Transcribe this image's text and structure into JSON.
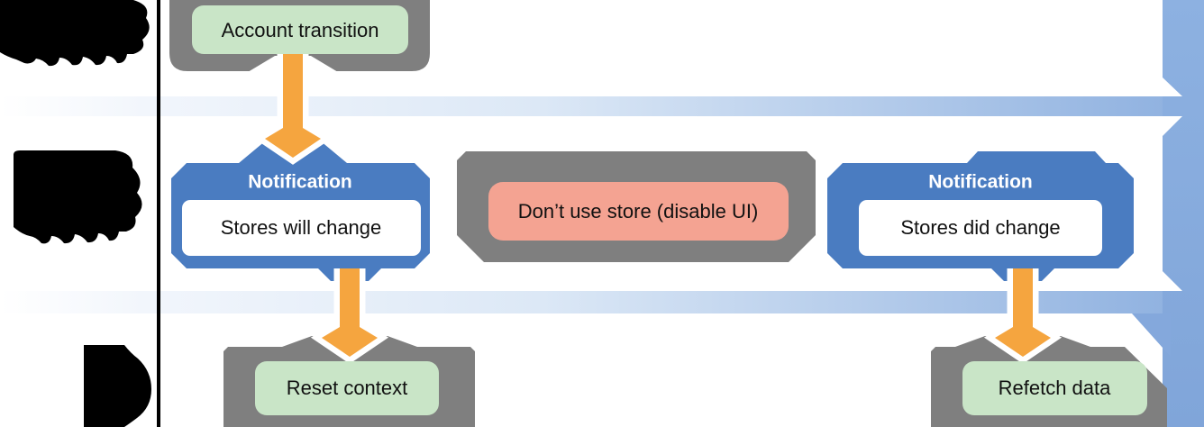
{
  "diagram": {
    "kind": "flow-diagram",
    "nodes": {
      "account_transition": {
        "label": "Account transition"
      },
      "notification_left": {
        "title": "Notification",
        "label": "Stores will change"
      },
      "dont_use_store": {
        "label": "Don’t use store (disable UI)"
      },
      "notification_right": {
        "title": "Notification",
        "label": "Stores did change"
      },
      "reset_context": {
        "label": "Reset context"
      },
      "refetch_data": {
        "label": "Refetch data"
      }
    },
    "edges": [
      {
        "from": "account_transition",
        "to": "notification_left",
        "style": "orange-arrow"
      },
      {
        "from": "notification_left",
        "to": "reset_context",
        "style": "orange-arrow"
      },
      {
        "from": "notification_right",
        "to": "refetch_data",
        "style": "orange-arrow"
      }
    ],
    "colors": {
      "container_gray": "#7f7f7f",
      "node_green": "#c9e5c7",
      "node_salmon": "#f4a392",
      "notification_blue": "#4a7cc1",
      "arrow_orange": "#f5a53f",
      "flow_band_blue": "#84a8dc",
      "band_gradient_start": "#ffffff",
      "band_gradient_end": "#8cafdf",
      "divider_black": "#000000",
      "inner_box_white": "#ffffff"
    }
  }
}
